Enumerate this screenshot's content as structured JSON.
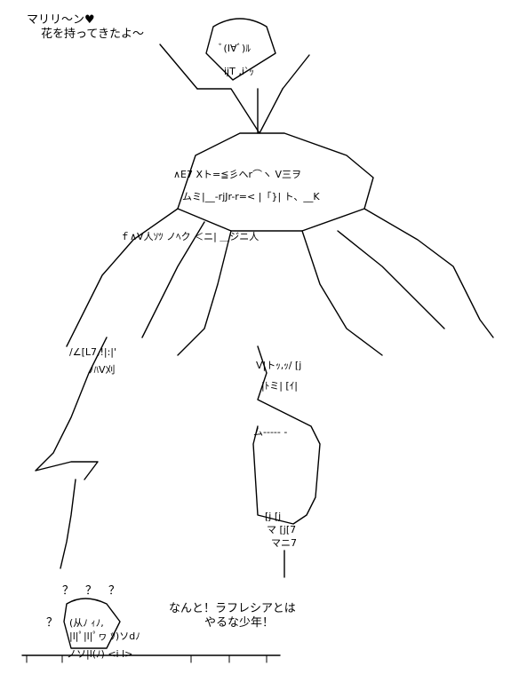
{
  "speech_top": {
    "line1": "マリリ〜ン♥",
    "line2": "花を持ってきたよ〜"
  },
  "speech_bottom": {
    "line1": "なんと！ラフレシアとは",
    "line2": "やるな少年！"
  },
  "question_marks": [
    "？",
    "？",
    "？",
    "？"
  ]
}
